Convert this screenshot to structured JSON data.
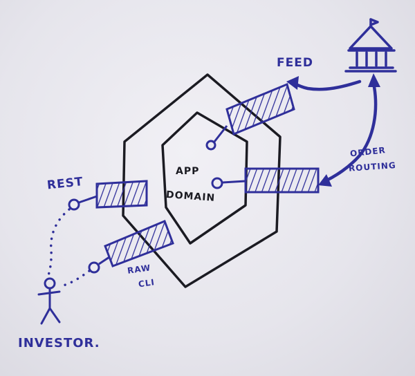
{
  "colors": {
    "ink_black": "#1b1b22",
    "ink_blue": "#2f2f9a",
    "paper": "#ecebf1"
  },
  "labels": {
    "app_domain_line1": "APP",
    "app_domain_line2": "DOMAIN",
    "feed": "FEED",
    "order_routing_line1": "ORDER",
    "order_routing_line2": "ROUTING",
    "rest": "REST",
    "raw_cli_line1": "RAW",
    "raw_cli_line2": "CLI",
    "investor": "INVESTOR."
  },
  "icons": {
    "exchange": "bank-building-icon",
    "investor": "stick-figure-icon"
  }
}
